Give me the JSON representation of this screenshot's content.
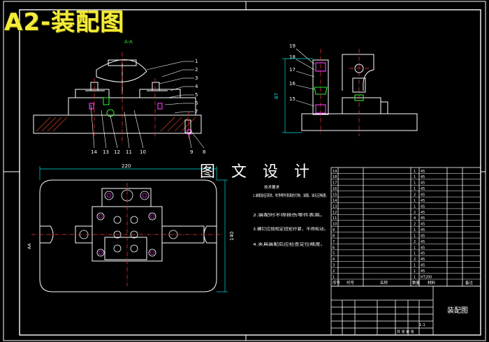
{
  "banner_title": "A2-装配图",
  "watermark": "图 文 设 计",
  "section_label": "A-A",
  "dimensions": {
    "overall_width": "220",
    "overall_height": "140",
    "side_height": "87",
    "left_mark": "AA"
  },
  "callouts": {
    "front_right": [
      "1",
      "2",
      "3",
      "4",
      "5",
      "6",
      "7"
    ],
    "front_bottom": [
      "14",
      "13",
      "12",
      "11",
      "10",
      "9",
      "8"
    ],
    "side_left": [
      "19",
      "18",
      "17",
      "16",
      "15"
    ]
  },
  "notes": {
    "heading": "技术要求",
    "items": [
      "1.装配前应清洗、吹净零件表面的污物，油路、油孔应畅通。",
      "2.装配时不得损伤零件表面。",
      "3.螺钉应按规定扭矩拧紧，不得松动。",
      "4.夹具装配后应检查定位精度。"
    ]
  },
  "bom_header": {
    "seq": "序号",
    "code": "代号",
    "name": "名称",
    "qty": "数量",
    "material": "材料",
    "note": "备注"
  },
  "bom_rows": [
    {
      "seq": "19",
      "code": "",
      "name": "",
      "qty": "1",
      "material": "45"
    },
    {
      "seq": "18",
      "code": "",
      "name": "",
      "qty": "1",
      "material": "45"
    },
    {
      "seq": "17",
      "code": "",
      "name": "",
      "qty": "1",
      "material": "45"
    },
    {
      "seq": "16",
      "code": "",
      "name": "",
      "qty": "1",
      "material": "45"
    },
    {
      "seq": "15",
      "code": "",
      "name": "",
      "qty": "2",
      "material": "45"
    },
    {
      "seq": "14",
      "code": "",
      "name": "",
      "qty": "1",
      "material": "45"
    },
    {
      "seq": "13",
      "code": "",
      "name": "",
      "qty": "1",
      "material": "45"
    },
    {
      "seq": "12",
      "code": "",
      "name": "",
      "qty": "2",
      "material": "45"
    },
    {
      "seq": "11",
      "code": "",
      "name": "",
      "qty": "4",
      "material": "45"
    },
    {
      "seq": "10",
      "code": "",
      "name": "",
      "qty": "2",
      "material": "45"
    },
    {
      "seq": "9",
      "code": "",
      "name": "",
      "qty": "1",
      "material": "45"
    },
    {
      "seq": "8",
      "code": "",
      "name": "",
      "qty": "1",
      "material": "45"
    },
    {
      "seq": "7",
      "code": "",
      "name": "",
      "qty": "2",
      "material": "45"
    },
    {
      "seq": "6",
      "code": "",
      "name": "",
      "qty": "1",
      "material": "45"
    },
    {
      "seq": "5",
      "code": "",
      "name": "",
      "qty": "1",
      "material": "45"
    },
    {
      "seq": "4",
      "code": "",
      "name": "",
      "qty": "2",
      "material": "45"
    },
    {
      "seq": "3",
      "code": "",
      "name": "",
      "qty": "1",
      "material": "45"
    },
    {
      "seq": "2",
      "code": "",
      "name": "",
      "qty": "1",
      "material": "45"
    },
    {
      "seq": "1",
      "code": "",
      "name": "",
      "qty": "1",
      "material": "HT200"
    }
  ],
  "title_block": {
    "drawing_name": "装配图",
    "scale": "1:1",
    "sheet_label": "共 张 第 张"
  },
  "colors": {
    "background": "#000000",
    "frame": "#ffffff",
    "outline": "#ffffff",
    "center": "#ff3b3b",
    "dimension": "#00e0e0",
    "accent_green": "#2ee62e",
    "accent_magenta": "#ff3bff",
    "banner": "#f4ec3a",
    "table": "#ffffff"
  }
}
